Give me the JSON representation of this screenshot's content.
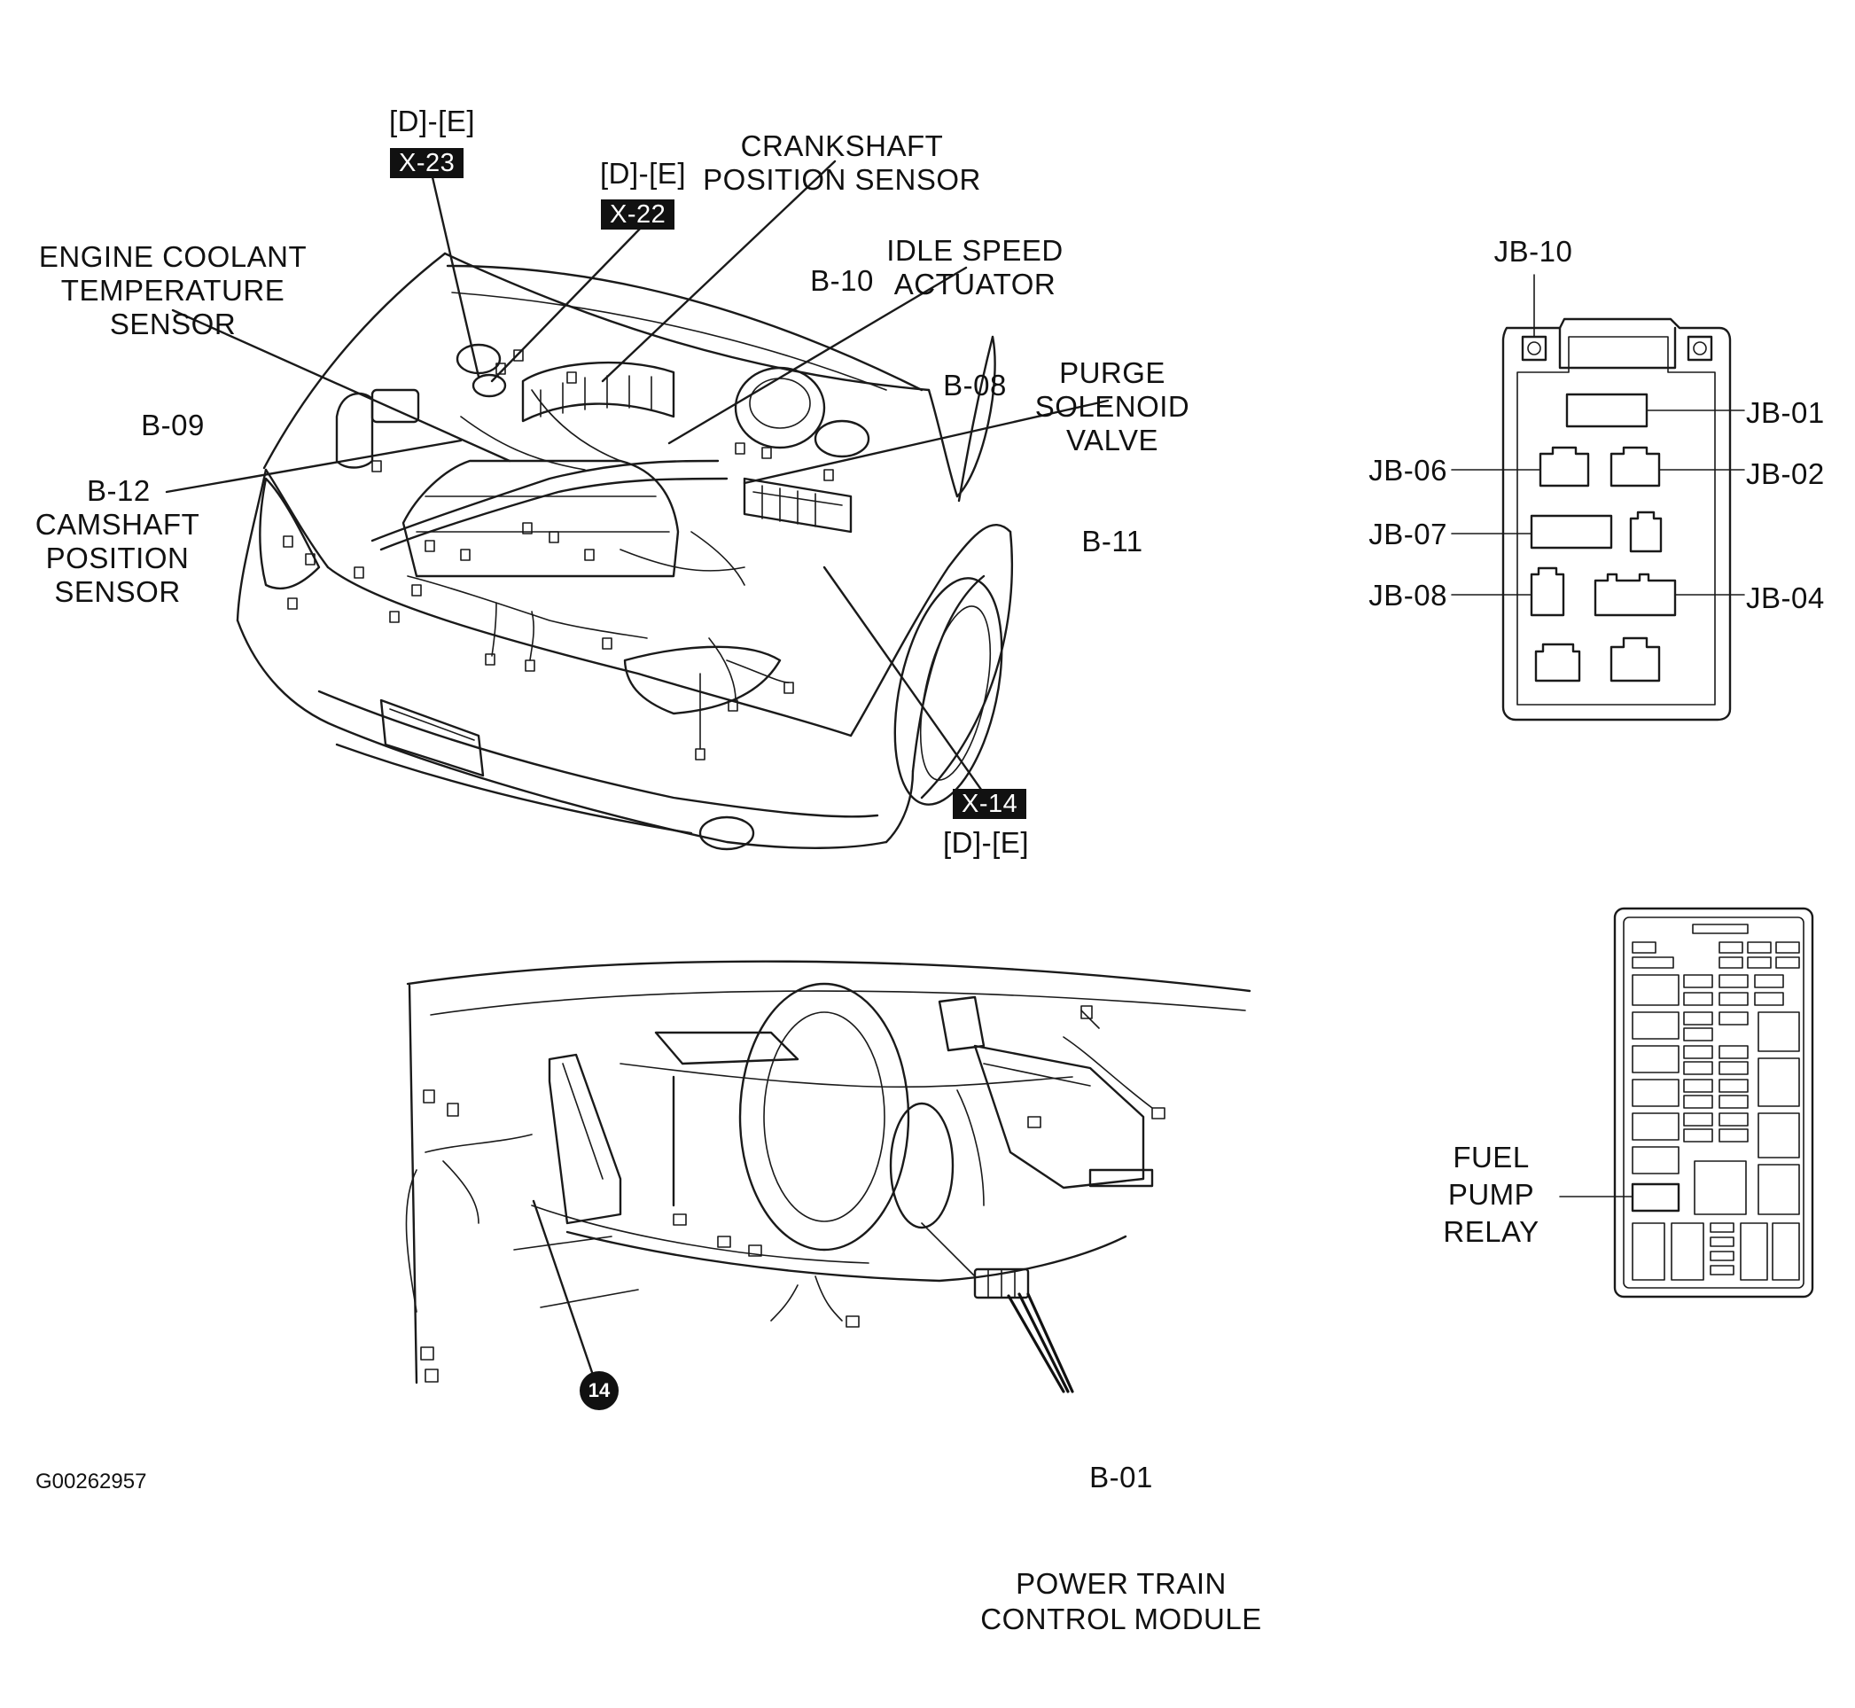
{
  "engine_bay": {
    "engine_coolant_temperature_sensor": {
      "name": "ENGINE COOLANT\nTEMPERATURE\nSENSOR",
      "code": "B-09"
    },
    "crankshaft_position_sensor": {
      "name": "CRANKSHAFT\nPOSITION SENSOR",
      "code": "B-10"
    },
    "idle_speed_actuator": {
      "name": "IDLE SPEED\nACTUATOR",
      "code": "B-08"
    },
    "purge_solenoid_valve": {
      "name": "PURGE\nSOLENOID\nVALVE",
      "code": "B-11"
    },
    "camshaft_position_sensor": {
      "name": "CAMSHAFT\nPOSITION\nSENSOR",
      "code": "B-12"
    },
    "connector_x23": {
      "range": "[D]-[E]",
      "tag": "X-23"
    },
    "connector_x22": {
      "range": "[D]-[E]",
      "tag": "X-22"
    },
    "connector_x14": {
      "range": "[D]-[E]",
      "tag": "X-14"
    }
  },
  "junction_block": {
    "labels": {
      "jb10": "JB-10",
      "jb01": "JB-01",
      "jb06": "JB-06",
      "jb02": "JB-02",
      "jb07": "JB-07",
      "jb08": "JB-08",
      "jb04": "JB-04"
    }
  },
  "dashboard": {
    "ground_point": "14",
    "pcm": {
      "code": "B-01",
      "name": "POWER TRAIN\nCONTROL MODULE"
    }
  },
  "fuse_box": {
    "fuel_pump_relay": "FUEL\nPUMP\nRELAY"
  },
  "figure_id": "G00262957"
}
